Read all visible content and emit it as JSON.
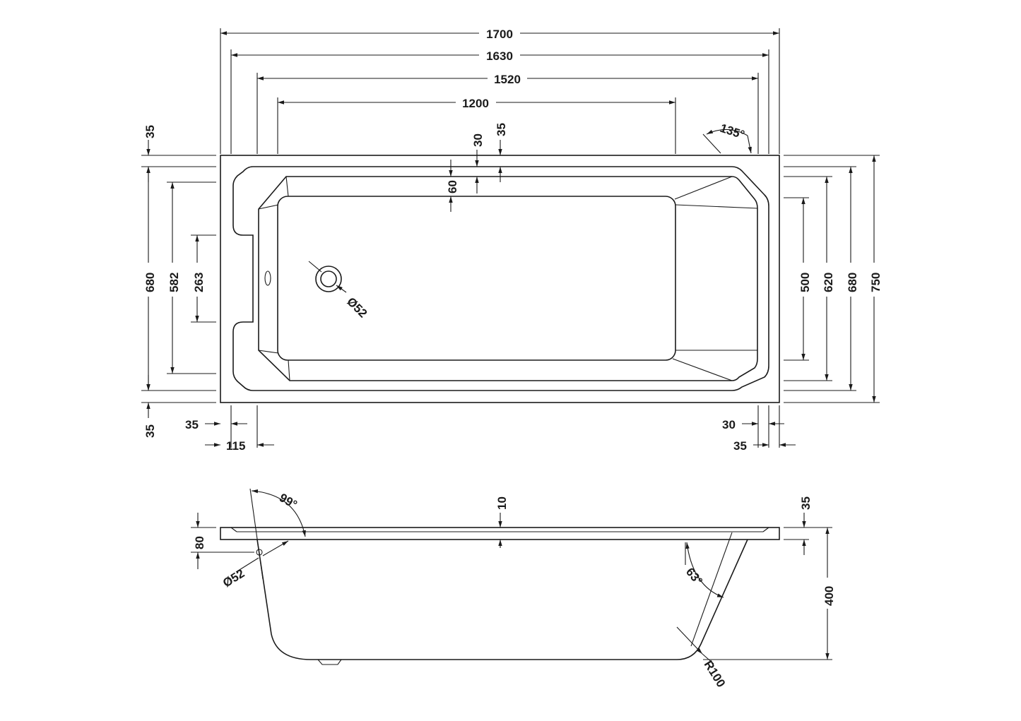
{
  "plan": {
    "overall_length": "1700",
    "length_1630": "1630",
    "length_1520": "1520",
    "length_1200": "1200",
    "top_offset_30": "30",
    "top_offset_35": "35",
    "depth_60": "60",
    "angle_135": "135°",
    "left_35_top": "35",
    "left_680": "680",
    "left_582": "582",
    "left_263": "263",
    "left_35_bottom": "35",
    "waste_diameter": "Ø52",
    "right_500": "500",
    "right_620": "620",
    "right_680": "680",
    "right_750": "750",
    "bottom_35_left": "35",
    "bottom_115": "115",
    "bottom_30_right": "30",
    "bottom_35_right": "35"
  },
  "elevation": {
    "angle_99": "99°",
    "rim_10": "10",
    "rim_35": "35",
    "height_80": "80",
    "overflow_diameter": "Ø52",
    "angle_63": "63°",
    "height_400": "400",
    "radius_100": "R100"
  }
}
